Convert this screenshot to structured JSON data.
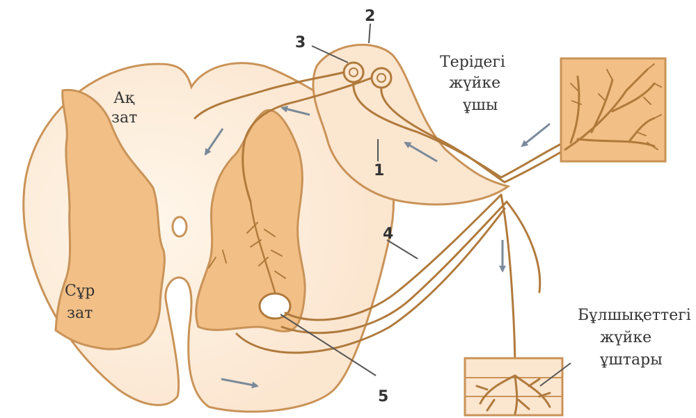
{
  "colors": {
    "background": "#ffffff",
    "white_matter": "#fbe6d0",
    "white_matter_glow": "#fff6ea",
    "gray_matter": "#f2bf86",
    "outline": "#c99358",
    "nerve_fiber": "#b07a3c",
    "arrow": "#7a8a9a",
    "label_text": "#333333"
  },
  "labels": {
    "white_matter": [
      "Ақ",
      "зат"
    ],
    "gray_matter": [
      "Сұр",
      "зат"
    ],
    "skin_endings": [
      "Терідегі",
      "жүйке",
      "ұшы"
    ],
    "muscle_endings": [
      "Бұлшықеттегі",
      "жүйке",
      "ұштары"
    ]
  },
  "numbers": {
    "n1": "1",
    "n2": "2",
    "n3": "3",
    "n4": "4",
    "n5": "5"
  },
  "icons": {
    "flow_arrow": "flow-arrow-icon"
  }
}
